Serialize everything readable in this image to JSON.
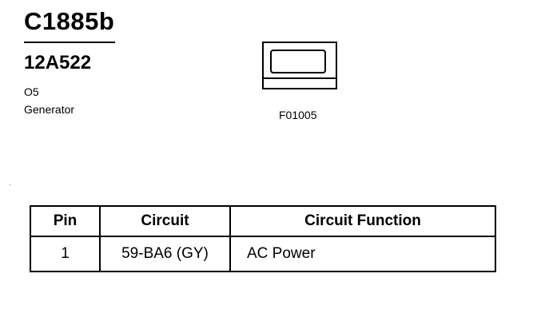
{
  "header": {
    "connector_id": "C1885b",
    "part_number": "12A522",
    "description_lines": [
      "O5",
      "Generator"
    ]
  },
  "figure": {
    "code": "F01005",
    "icon": "connector-face-icon"
  },
  "pin_table": {
    "columns": [
      "Pin",
      "Circuit",
      "Circuit Function"
    ],
    "rows": [
      {
        "pin": "1",
        "circuit": "59-BA6 (GY)",
        "function": "AC Power"
      }
    ]
  }
}
